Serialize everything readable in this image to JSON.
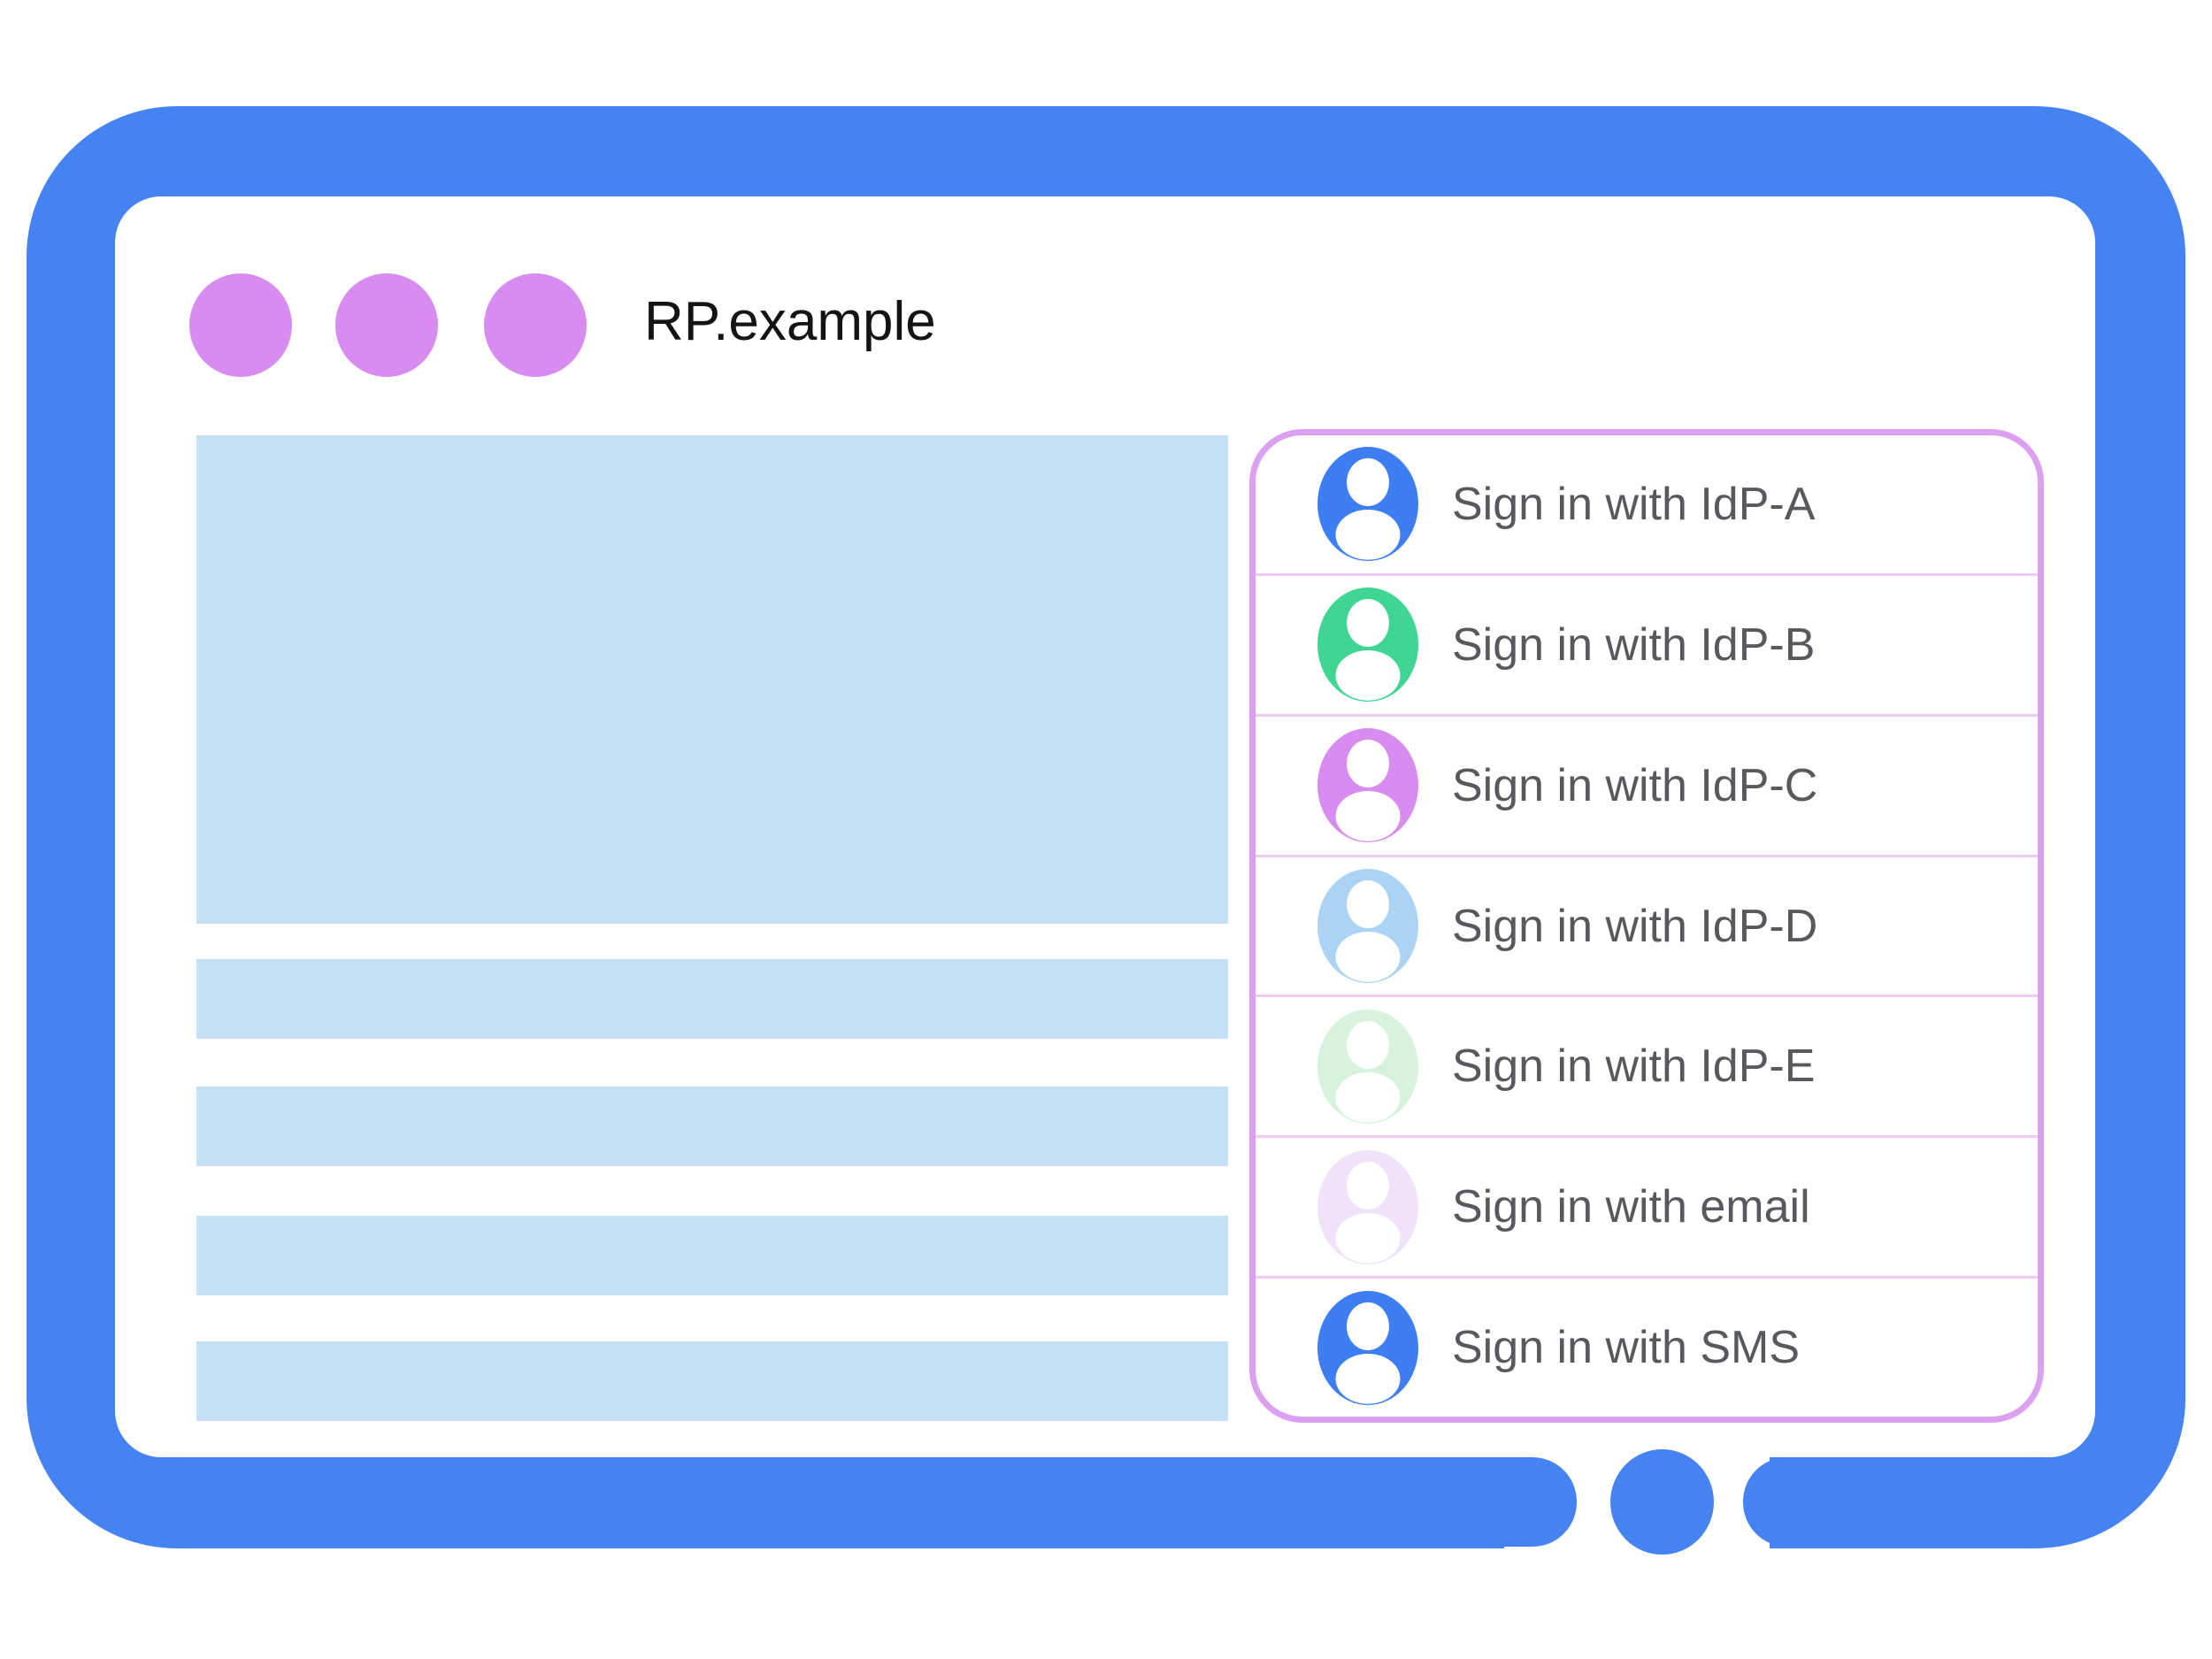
{
  "illustration": {
    "window_title": "RP.example"
  },
  "signin_panel": {
    "options": [
      {
        "label": "Sign in with IdP-A",
        "avatar_color": "#3D7EF2",
        "icon": "person-icon"
      },
      {
        "label": "Sign in with IdP-B",
        "avatar_color": "#3FD593",
        "icon": "person-icon"
      },
      {
        "label": "Sign in with IdP-C",
        "avatar_color": "#D98CF0",
        "icon": "person-icon"
      },
      {
        "label": "Sign in with IdP-D",
        "avatar_color": "#ABD3F3",
        "icon": "person-icon"
      },
      {
        "label": "Sign in with IdP-E",
        "avatar_color": "#D8F3DD",
        "icon": "person-icon"
      },
      {
        "label": "Sign in with email",
        "avatar_color": "#F0E2F8",
        "icon": "person-icon"
      },
      {
        "label": "Sign in with SMS",
        "avatar_color": "#3D7EF2",
        "icon": "person-icon"
      }
    ]
  },
  "colors": {
    "frame_blue": "#4583F2",
    "window_dot_purple": "#D98CF0",
    "content_placeholder_blue": "#C5E1F5",
    "panel_border_purple": "#DCA0F2",
    "panel_divider_pink": "#F0C8F4",
    "label_gray": "#58595C",
    "title_black": "#141414"
  }
}
